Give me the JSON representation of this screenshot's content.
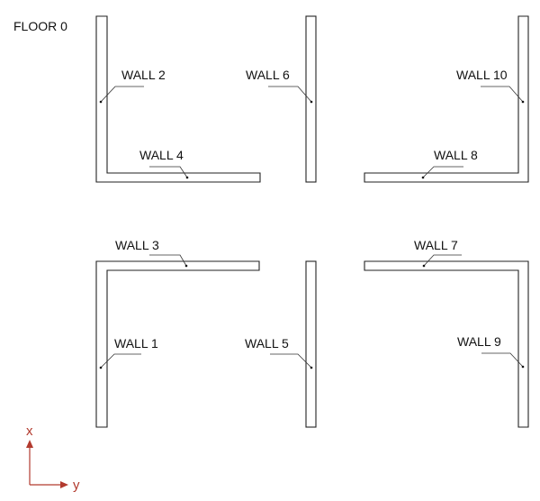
{
  "floor_title": "FLOOR 0",
  "walls": [
    {
      "id": 1,
      "label": "WALL 1"
    },
    {
      "id": 2,
      "label": "WALL 2"
    },
    {
      "id": 3,
      "label": "WALL 3"
    },
    {
      "id": 4,
      "label": "WALL 4"
    },
    {
      "id": 5,
      "label": "WALL 5"
    },
    {
      "id": 6,
      "label": "WALL 6"
    },
    {
      "id": 7,
      "label": "WALL 7"
    },
    {
      "id": 8,
      "label": "WALL 8"
    },
    {
      "id": 9,
      "label": "WALL 9"
    },
    {
      "id": 10,
      "label": "WALL 10"
    }
  ],
  "axes": {
    "x_label": "x",
    "y_label": "y",
    "color": "#b23a2e"
  }
}
